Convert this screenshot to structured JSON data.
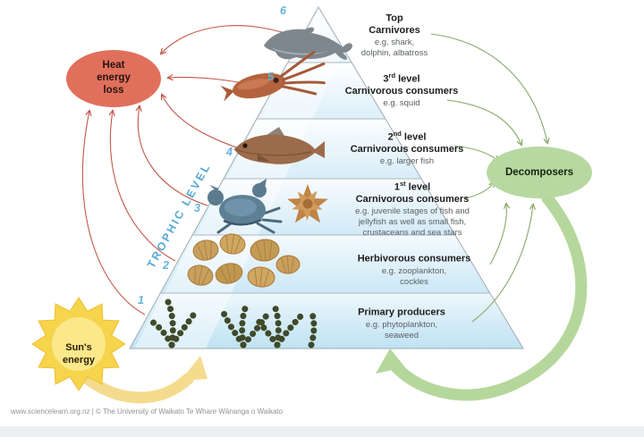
{
  "nodes": {
    "heat": {
      "label": "Heat\nenergy\nloss"
    },
    "sun": {
      "label": "Sun's\nenergy"
    },
    "decomposers": {
      "label": "Decomposers"
    }
  },
  "axis": {
    "label": "TROPHIC LEVEL"
  },
  "levels": [
    {
      "number": "6",
      "animal": "dolphin",
      "t1": "Top",
      "sup": "",
      "t2": "",
      "line2": "Carnivores",
      "example": "e.g. shark,\ndolphin, albatross"
    },
    {
      "number": "5",
      "animal": "squid",
      "t1": "3",
      "sup": "rd",
      "t2": " level",
      "line2": "Carnivorous consumers",
      "example": "e.g. squid"
    },
    {
      "number": "4",
      "animal": "fish",
      "t1": "2",
      "sup": "nd",
      "t2": " level",
      "line2": "Carnivorous consumers",
      "example": "e.g. larger fish"
    },
    {
      "number": "3",
      "animal": "crab-and-sea-star",
      "t1": "1",
      "sup": "st",
      "t2": " level",
      "line2": "Carnivorous consumers",
      "example": "e.g. juvenile stages of fish and\njellyfish as well as small fish,\ncrustaceans and sea stars"
    },
    {
      "number": "2",
      "animal": "cockles",
      "t1": "Herbivorous consumers",
      "sup": "",
      "t2": "",
      "line2": "",
      "example": "e.g. zooplankton,\ncockles"
    },
    {
      "number": "1",
      "animal": "seaweed",
      "t1": "Primary producers",
      "sup": "",
      "t2": "",
      "line2": "",
      "example": "e.g. phytoplankton,\nseaweed"
    }
  ],
  "footer": {
    "credit": "www.sciencelearn.org.nz | © The University of Waikato Te Whare Wānanga o Waikato"
  },
  "colors": {
    "heat_fill": "#e0705c",
    "sun_fill": "#f6d44c",
    "sun_core": "#fbe88a",
    "decomposers_fill": "#b7d8a1",
    "red_arrow": "#c4584a",
    "green_arrow": "#8aa869",
    "green_band": "#b5d79c",
    "yellow_band": "#f4db8e",
    "level_number": "#64b2dc",
    "trophic_label": "#57aad4",
    "pyramid_blue": "#cfe8f5"
  }
}
